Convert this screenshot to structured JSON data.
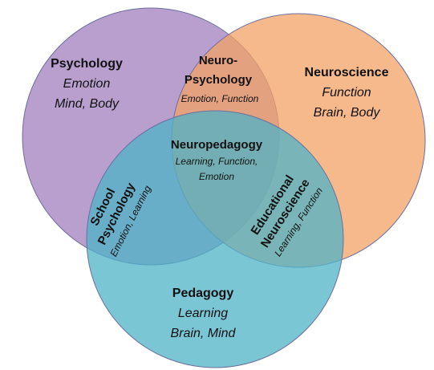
{
  "colors": {
    "psychology": "#a17fbd",
    "neuroscience": "#f2a266",
    "pedagogy": "#4fb3c7",
    "outline": "#6b6fa0"
  },
  "circles": {
    "psychology": {
      "title": "Psychology",
      "line1": "Emotion",
      "line2": "Mind, Body"
    },
    "neuroscience": {
      "title": "Neuroscience",
      "line1": "Function",
      "line2": "Brain, Body"
    },
    "pedagogy": {
      "title": "Pedagogy",
      "line1": "Learning",
      "line2": "Brain, Mind"
    }
  },
  "overlaps": {
    "neuropsychology": {
      "title1": "Neuro-",
      "title2": "Psychology",
      "sub": "Emotion, Function"
    },
    "school_psychology": {
      "title1": "School",
      "title2": "Psychology",
      "sub": "Emotion, Learning"
    },
    "educational_neuroscience": {
      "title1": "Educational",
      "title2": "Neuroscience",
      "sub": "Learning, Function"
    },
    "neuropedagogy": {
      "title": "Neuropedagogy",
      "sub1": "Learning, Function,",
      "sub2": "Emotion"
    }
  }
}
